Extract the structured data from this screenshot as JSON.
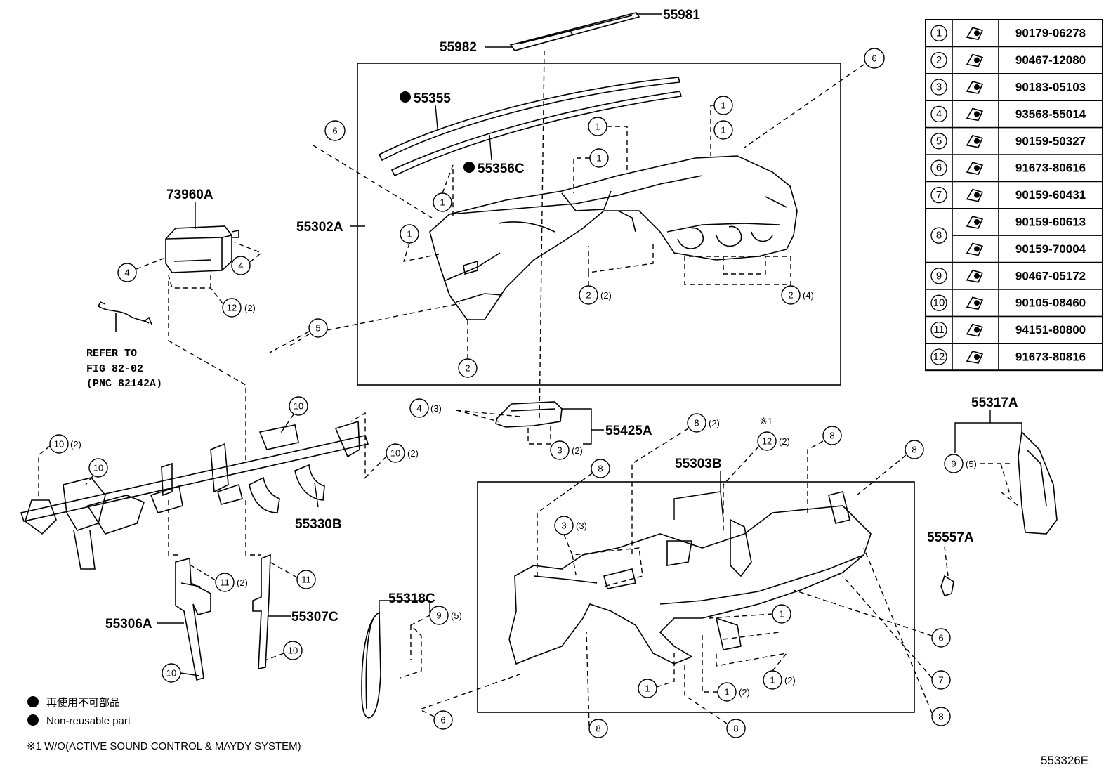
{
  "parts": {
    "p55981": "55981",
    "p55982": "55982",
    "p55355": "55355",
    "p55356C": "55356C",
    "p55302A": "55302A",
    "p73960A": "73960A",
    "p55425A": "55425A",
    "p55330B": "55330B",
    "p55303B": "55303B",
    "p55317A": "55317A",
    "p55557A": "55557A",
    "p55318C": "55318C",
    "p55306A": "55306A",
    "p55307C": "55307C"
  },
  "refer": {
    "line1": "REFER TO",
    "line2": "FIG 82-02",
    "line3": "(PNC 82142A)"
  },
  "quantities": {
    "q12_2a": "(2)",
    "q2_2": "(2)",
    "q2_4": "(4)",
    "q4_3": "(3)",
    "q3_2": "(2)",
    "q8_2": "(2)",
    "q12_2b": "(2)",
    "q9_5a": "(5)",
    "q10_2a": "(2)",
    "q10_2b": "(2)",
    "q3_3": "(3)",
    "q11_2": "(2)",
    "q9_5b": "(5)",
    "q1_2a": "(2)",
    "q1_2b": "(2)"
  },
  "marks": {
    "ref1": "※1"
  },
  "fastener_table": [
    {
      "key": "1",
      "part_no": "90179-06278"
    },
    {
      "key": "2",
      "part_no": "90467-12080"
    },
    {
      "key": "3",
      "part_no": "90183-05103"
    },
    {
      "key": "4",
      "part_no": "93568-55014"
    },
    {
      "key": "5",
      "part_no": "90159-50327"
    },
    {
      "key": "6",
      "part_no": "91673-80616"
    },
    {
      "key": "7",
      "part_no": "90159-60431"
    },
    {
      "key": "8",
      "part_no": "90159-60613"
    },
    {
      "key": "8",
      "part_no": "90159-70004"
    },
    {
      "key": "9",
      "part_no": "90467-05172"
    },
    {
      "key": "10",
      "part_no": "90105-08460"
    },
    {
      "key": "11",
      "part_no": "94151-80800"
    },
    {
      "key": "12",
      "part_no": "91673-80816"
    }
  ],
  "legend": {
    "jp": "再使用不可部品",
    "en": "Non-reusable part",
    "footnote": "※1 W/O(ACTIVE SOUND CONTROL & MAYDY SYSTEM)"
  },
  "figure_id": "553326E"
}
